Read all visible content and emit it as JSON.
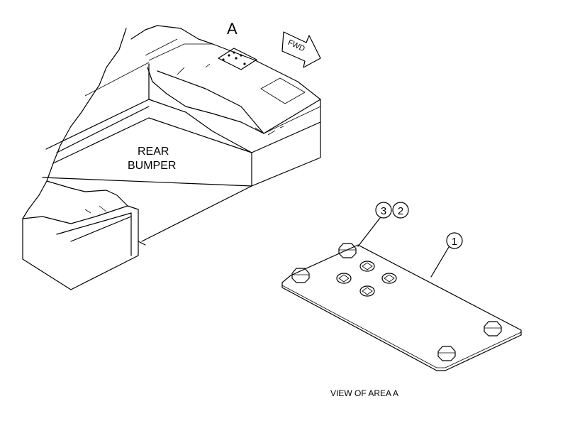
{
  "labels": {
    "area_letter": "A",
    "fwd": "FWD",
    "rear_line1": "REAR",
    "rear_line2": "BUMPER",
    "view_caption": "VIEW OF AREA A"
  },
  "callouts": [
    {
      "id": "callout-3",
      "number": "3"
    },
    {
      "id": "callout-2",
      "number": "2"
    },
    {
      "id": "callout-1",
      "number": "1"
    }
  ]
}
